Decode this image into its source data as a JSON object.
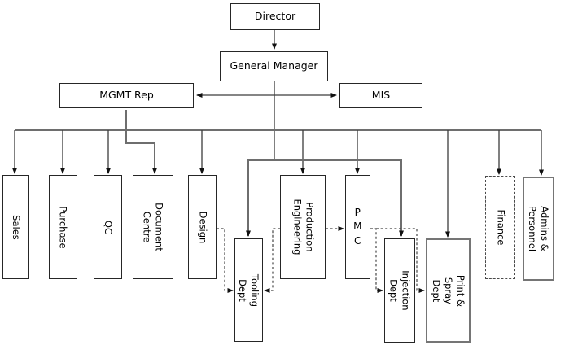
{
  "nodes": {
    "director": "Director",
    "general_manager": "General Manager",
    "mgmt_rep": "MGMT Rep",
    "mis": "MIS",
    "sales": "Sales",
    "purchase": "Purchase",
    "qc": "QC",
    "document_centre": "Document\nCentre",
    "design": "Design",
    "production_engineering": "Production\nEngineering",
    "pmc": "P\nM\nC",
    "tooling_dept": "Tooling Dept",
    "injection_dept": "Injection Dept",
    "print_spray_dept": "Print & Spray\nDept",
    "finance": "Finance",
    "admins_personnel": "Admins &\nPersonnel"
  }
}
